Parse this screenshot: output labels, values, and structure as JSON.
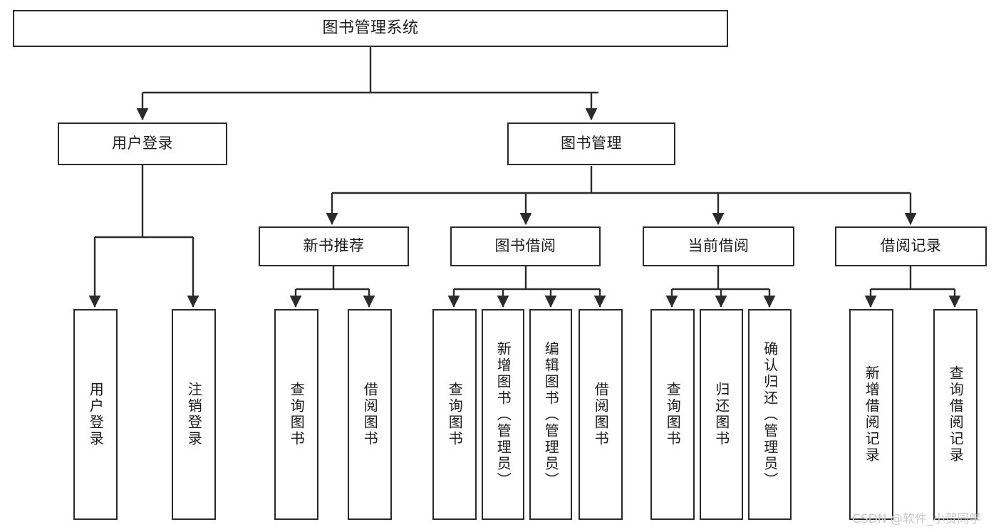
{
  "diagram": {
    "title": "图书管理系统",
    "watermark": "CSDN @软件_小贺同学",
    "line_color": "#2b2b2b",
    "box_fill": "#ffffff",
    "text_color": "#1a1a1a",
    "nodes": {
      "root": "图书管理系统",
      "level2": {
        "user_login": "用户登录",
        "book_manage": "图书管理"
      },
      "level3": {
        "new_book_rec": "新书推荐",
        "book_borrow": "图书借阅",
        "current_borrow": "当前借阅",
        "borrow_record": "借阅记录"
      },
      "leaves": {
        "user_login_1": "用户登录",
        "user_login_2": "注销登录",
        "new_book_rec_1": "查询图书",
        "new_book_rec_2": "借阅图书",
        "book_borrow_1": "查询图书",
        "book_borrow_2": "新增图书（管理员）",
        "book_borrow_3": "编辑图书（管理员）",
        "book_borrow_4": "借阅图书",
        "current_borrow_1": "查询图书",
        "current_borrow_2": "归还图书",
        "current_borrow_3": "确认归还（管理员）",
        "borrow_record_1": "新增借阅记录",
        "borrow_record_2": "查询借阅记录"
      }
    }
  }
}
